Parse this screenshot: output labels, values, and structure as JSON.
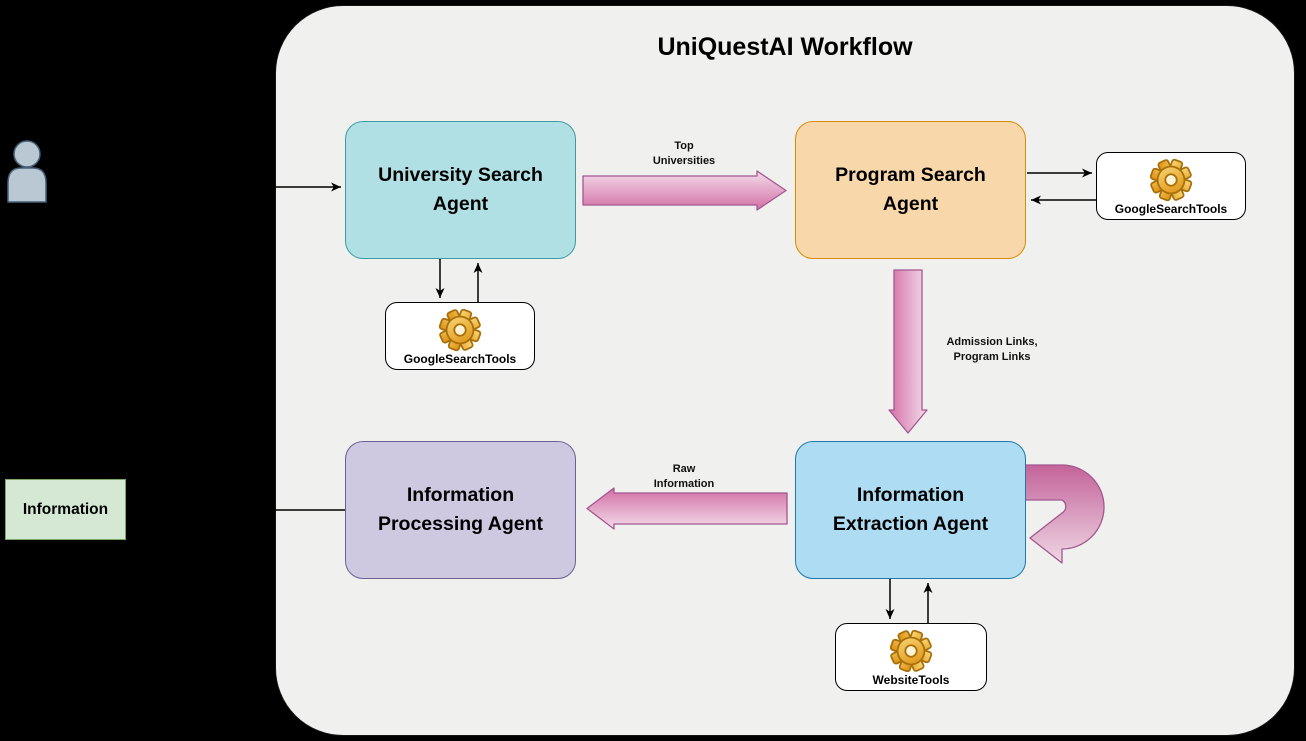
{
  "diagram": {
    "title": "UniQuestAI Workflow",
    "nodes": {
      "university_agent": {
        "line1": "University Search",
        "line2": "Agent",
        "fill": "#b0e0e3",
        "border": "#3d9aa1"
      },
      "program_agent": {
        "line1": "Program Search",
        "line2": "Agent",
        "fill": "#f8d7ab",
        "border": "#d78b02"
      },
      "extraction_agent": {
        "line1": "Information",
        "line2": "Extraction Agent",
        "fill": "#aedcf2",
        "border": "#1f78a8"
      },
      "processing_agent": {
        "line1": "Information",
        "line2": "Processing Agent",
        "fill": "#cec9e1",
        "border": "#6b6196"
      },
      "google_tools_left": {
        "label": "GoogleSearchTools",
        "icon": "gear-icon"
      },
      "google_tools_right": {
        "label": "GoogleSearchTools",
        "icon": "gear-icon"
      },
      "website_tools": {
        "label": "WebsiteTools",
        "icon": "gear-icon"
      },
      "information": {
        "label": "Information",
        "fill": "#d5e8d4",
        "border": "#7ca766"
      }
    },
    "edge_labels": {
      "top_universities": {
        "line1": "Top",
        "line2": "Universities"
      },
      "admission_links": {
        "line1": "Admission Links,",
        "line2": "Program Links"
      },
      "raw_information": {
        "line1": "Raw",
        "line2": "Information"
      }
    },
    "icons": {
      "user": "user-icon",
      "gear": "gear-icon"
    },
    "colors": {
      "page_background": "#000000",
      "canvas_background": "#f0f0ef",
      "flow_arrow_dark": "#d36fa5",
      "flow_arrow_light": "#f3dcea",
      "flow_arrow_border": "#a3578f",
      "gear_gold_light": "#f9d878",
      "gear_gold_dark": "#dd8f0f",
      "person_fill": "#bac8d3",
      "connector": "#000000"
    }
  }
}
